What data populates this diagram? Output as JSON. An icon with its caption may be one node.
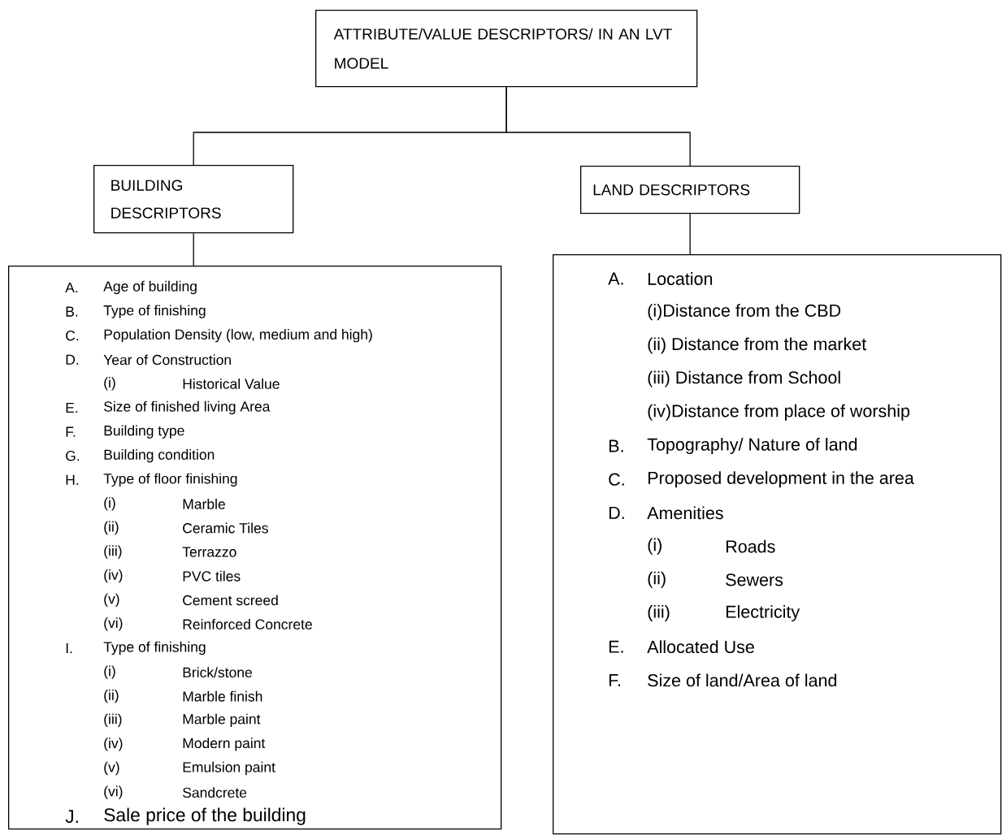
{
  "diagram": {
    "nodes": [
      {
        "text": [
          "ATTRIBUTE/VALUE DESCRIPTORS/ IN AN LVT MODEL"
        ]
      },
      {
        "text": [
          "BUILDING DESCRIPTORS"
        ]
      },
      {
        "text": [
          "LAND DESCRIPTORS"
        ]
      },
      {
        "text": [
          "A.",
          "Age of building",
          "B.",
          "Type of finishing",
          "C.",
          "Population Density (low, medium and high)",
          "D.",
          "Year of Construction",
          "(i)",
          "Historical Value",
          "E.",
          "Size of finished living Area",
          "F.",
          "Building type",
          "G.",
          "Building condition",
          "H.",
          "Type of floor finishing",
          "(i)",
          "Marble",
          "(ii)",
          "Ceramic Tiles",
          "(iii)",
          "Terrazzo",
          "(iv)",
          "PVC tiles",
          "(v)",
          "Cement screed",
          "(vi)",
          "Reinforced Concrete",
          "I.",
          "Type of finishing",
          "(i)",
          "Brick/stone",
          "(ii)",
          "Marble finish",
          "(iii)",
          "Marble paint",
          "(iv)",
          "Modern paint",
          "(v)",
          "Emulsion paint",
          "(vi)",
          "Sandcrete",
          "J.",
          "Sale price of the building"
        ]
      },
      {
        "text": [
          "A.",
          "Location",
          "(i)Distance from the CBD",
          "(ii) Distance from the market",
          "(iii) Distance from School",
          "(iv)Distance from place of worship",
          "B.",
          "Topography/ Nature of land",
          "C.",
          "Proposed development in the area",
          "D.",
          "Amenities",
          "(i)",
          "Roads",
          "(ii)",
          "Sewers",
          "(iii)",
          "Electricity",
          "E.",
          "Allocated Use",
          "F.",
          "Size of land/Area of land"
        ]
      }
    ],
    "edges": [
      {
        "from": 0,
        "to": 1,
        "arrow": "none"
      },
      {
        "from": 0,
        "to": 2,
        "arrow": "none"
      },
      {
        "from": 1,
        "to": 3,
        "arrow": "none"
      },
      {
        "from": 2,
        "to": 4,
        "arrow": "none"
      }
    ]
  }
}
